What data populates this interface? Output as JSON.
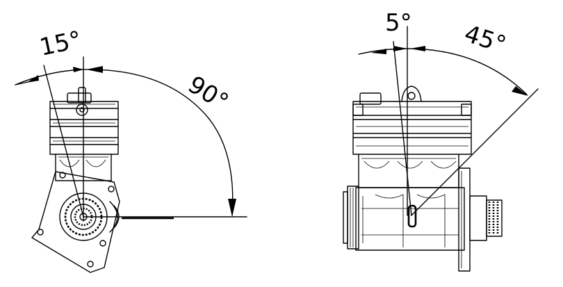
{
  "diagram": {
    "left_view": {
      "angle_labels": [
        "15°",
        "90°"
      ],
      "angles": [
        15,
        90
      ]
    },
    "right_view": {
      "angle_labels": [
        "5°",
        "45°"
      ],
      "angles": [
        5,
        45
      ]
    }
  }
}
